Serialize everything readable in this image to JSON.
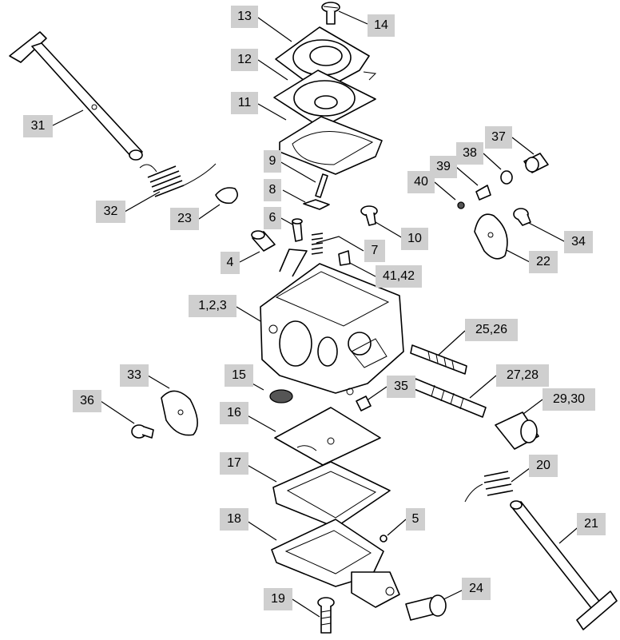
{
  "diagram": {
    "parts": [
      {
        "id": "p13",
        "label": "13"
      },
      {
        "id": "p14",
        "label": "14"
      },
      {
        "id": "p12",
        "label": "12"
      },
      {
        "id": "p11",
        "label": "11"
      },
      {
        "id": "p31",
        "label": "31"
      },
      {
        "id": "p37",
        "label": "37"
      },
      {
        "id": "p38",
        "label": "38"
      },
      {
        "id": "p39",
        "label": "39"
      },
      {
        "id": "p40",
        "label": "40"
      },
      {
        "id": "p9",
        "label": "9"
      },
      {
        "id": "p8",
        "label": "8"
      },
      {
        "id": "p32",
        "label": "32"
      },
      {
        "id": "p23",
        "label": "23"
      },
      {
        "id": "p6",
        "label": "6"
      },
      {
        "id": "p10",
        "label": "10"
      },
      {
        "id": "p34",
        "label": "34"
      },
      {
        "id": "p7",
        "label": "7"
      },
      {
        "id": "p4",
        "label": "4"
      },
      {
        "id": "p22",
        "label": "22"
      },
      {
        "id": "p4142",
        "label": "41,42"
      },
      {
        "id": "p123",
        "label": "1,2,3"
      },
      {
        "id": "p2526",
        "label": "25,26"
      },
      {
        "id": "p2728",
        "label": "27,28"
      },
      {
        "id": "p15",
        "label": "15"
      },
      {
        "id": "p33",
        "label": "33"
      },
      {
        "id": "p35",
        "label": "35"
      },
      {
        "id": "p2930",
        "label": "29,30"
      },
      {
        "id": "p36",
        "label": "36"
      },
      {
        "id": "p16",
        "label": "16"
      },
      {
        "id": "p20",
        "label": "20"
      },
      {
        "id": "p17",
        "label": "17"
      },
      {
        "id": "p5",
        "label": "5"
      },
      {
        "id": "p21",
        "label": "21"
      },
      {
        "id": "p18",
        "label": "18"
      },
      {
        "id": "p24",
        "label": "24"
      },
      {
        "id": "p19",
        "label": "19"
      }
    ]
  }
}
